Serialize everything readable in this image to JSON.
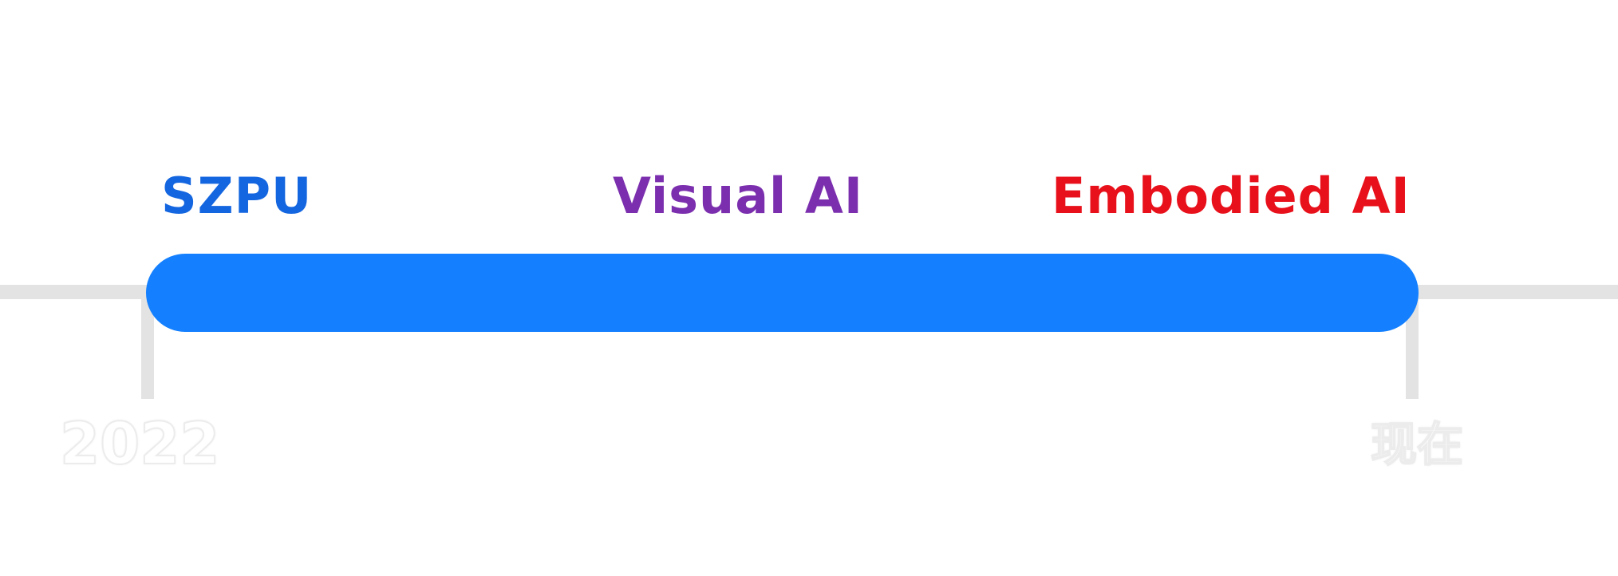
{
  "stages": [
    {
      "label": "SZPU",
      "color": "#1466e0"
    },
    {
      "label": "Visual AI",
      "color": "#7b2fae"
    },
    {
      "label": "Embodied AI",
      "color": "#e8101a"
    }
  ],
  "timeline": {
    "bar_color": "#1480ff",
    "axis_color": "#e3e3e3",
    "start_label": "2022",
    "end_label": "现在"
  }
}
